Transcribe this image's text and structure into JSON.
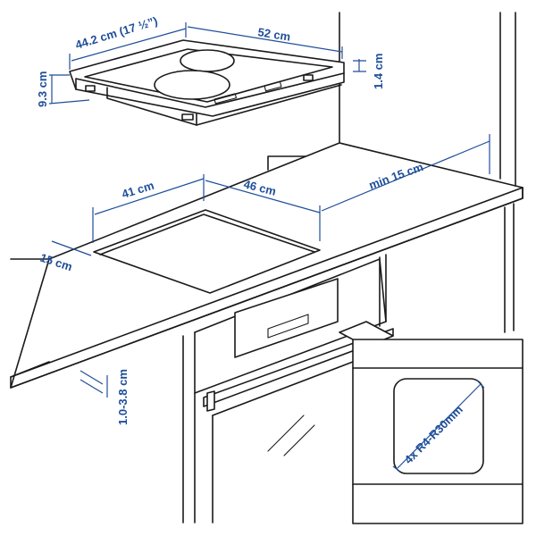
{
  "colors": {
    "dimension": "#1f4e99",
    "line": "#1a1a1a",
    "background": "#ffffff"
  },
  "dimensions": {
    "hob_depth": "44.2 cm (17 ½”)",
    "hob_width": "52 cm",
    "hob_height": "9.3 cm",
    "hob_thickness": "1.4 cm",
    "cutout_depth": "41 cm",
    "cutout_width": "46 cm",
    "min_side_clearance": "min 15 cm",
    "front_edge": "15 cm",
    "worktop_thickness": "1.0-3.8 cm",
    "corner_radius": "4x R4-R30mm"
  }
}
